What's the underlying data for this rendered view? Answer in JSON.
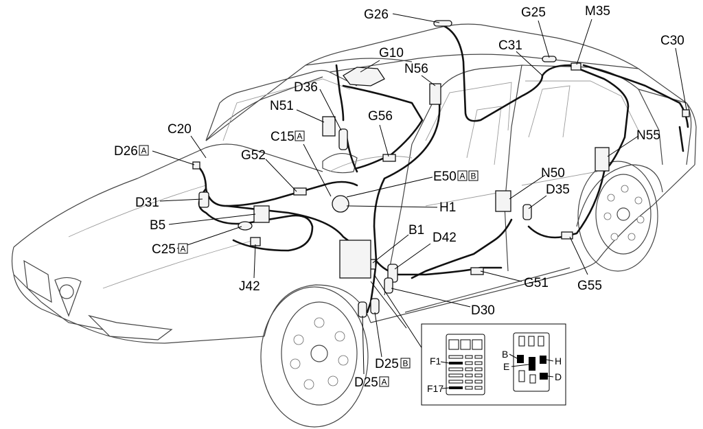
{
  "labels": {
    "G26": "G26",
    "G25": "G25",
    "M35": "M35",
    "C30": "C30",
    "G10": "G10",
    "C31": "C31",
    "N56": "N56",
    "D36": "D36",
    "N51": "N51",
    "G56": "G56",
    "C20": "C20",
    "C15": "C15",
    "D26": "D26",
    "G52": "G52",
    "N55": "N55",
    "E50": "E50",
    "D31": "D31",
    "N50": "N50",
    "H1": "H1",
    "D35": "D35",
    "B5": "B5",
    "B1": "B1",
    "C25": "C25",
    "D42": "D42",
    "J42": "J42",
    "G51": "G51",
    "G55": "G55",
    "D30": "D30",
    "D25B": "D25",
    "D25A": "D25"
  },
  "tags": {
    "A": "A",
    "B": "B"
  },
  "inset": {
    "fuse_first": "F1",
    "fuse_last": "F17",
    "relay_B": "B",
    "relay_E": "E",
    "relay_H": "H",
    "relay_D": "D"
  }
}
